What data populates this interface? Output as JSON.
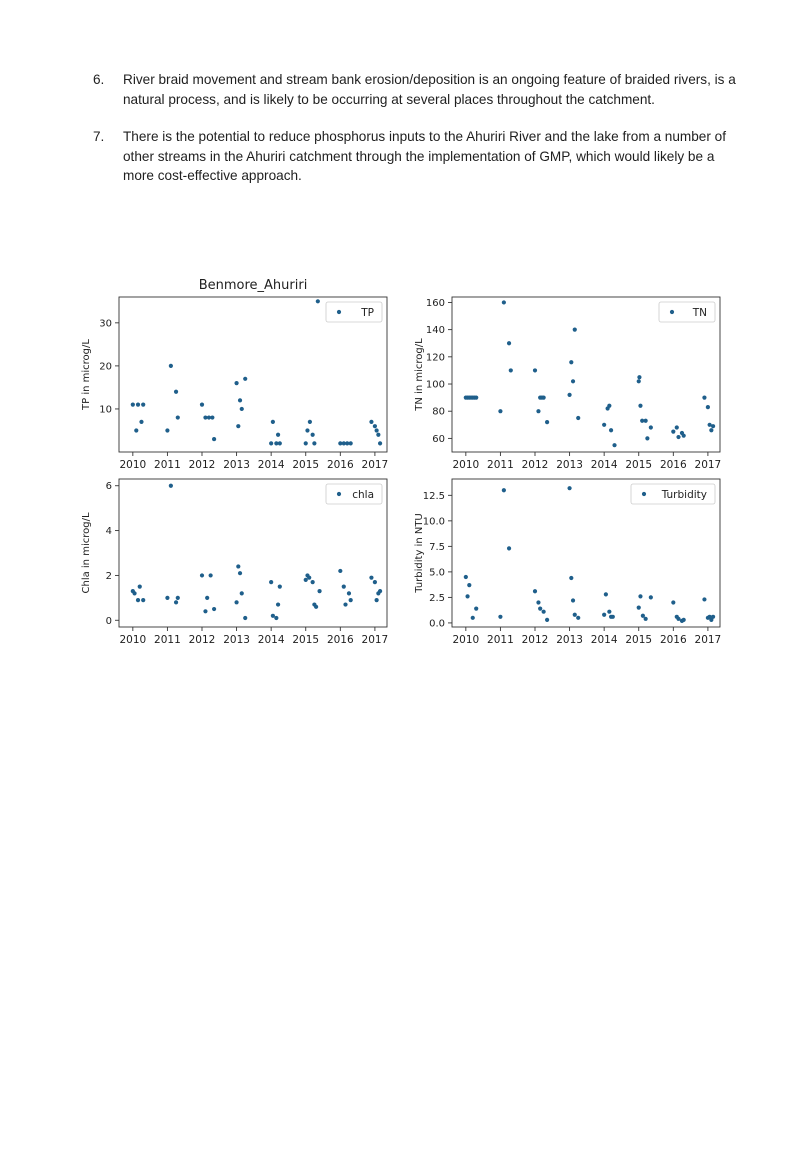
{
  "list": [
    {
      "number": "6.",
      "text": "River braid movement and stream bank erosion/deposition is an ongoing feature of braided rivers, is a natural process, and is likely to be occurring at several places throughout the catchment."
    },
    {
      "number": "7.",
      "text": "There is the potential to reduce phosphorus inputs to the Ahuriri River and the lake from a number of other streams in the Ahuriri catchment through the implementation of GMP, which would likely be a more cost-effective approach."
    }
  ],
  "chart_data": [
    {
      "type": "scatter",
      "title": "Benmore_Ahuriri",
      "ylabel": "TP in microg/L",
      "xlabel": "",
      "series": [
        {
          "name": "TP",
          "points": [
            [
              2010.0,
              11
            ],
            [
              2010.1,
              5
            ],
            [
              2010.15,
              11
            ],
            [
              2010.25,
              7
            ],
            [
              2010.3,
              11
            ],
            [
              2011.0,
              5
            ],
            [
              2011.1,
              20
            ],
            [
              2011.25,
              14
            ],
            [
              2011.3,
              8
            ],
            [
              2012.0,
              11
            ],
            [
              2012.1,
              8
            ],
            [
              2012.2,
              8
            ],
            [
              2012.3,
              8
            ],
            [
              2012.35,
              3
            ],
            [
              2013.0,
              16
            ],
            [
              2013.05,
              6
            ],
            [
              2013.1,
              12
            ],
            [
              2013.15,
              10
            ],
            [
              2013.25,
              17
            ],
            [
              2014.0,
              2
            ],
            [
              2014.05,
              7
            ],
            [
              2014.15,
              2
            ],
            [
              2014.2,
              4
            ],
            [
              2014.25,
              2
            ],
            [
              2015.0,
              2
            ],
            [
              2015.05,
              5
            ],
            [
              2015.12,
              7
            ],
            [
              2015.2,
              4
            ],
            [
              2015.25,
              2
            ],
            [
              2015.35,
              35
            ],
            [
              2016.0,
              2
            ],
            [
              2016.1,
              2
            ],
            [
              2016.2,
              2
            ],
            [
              2016.3,
              2
            ],
            [
              2016.9,
              7
            ],
            [
              2017.0,
              6
            ],
            [
              2017.05,
              5
            ],
            [
              2017.1,
              4
            ],
            [
              2017.15,
              2
            ]
          ]
        }
      ],
      "xticks": [
        "2010",
        "2011",
        "2012",
        "2013",
        "2014",
        "2015",
        "2016",
        "2017"
      ],
      "yticks": [
        10,
        20,
        30
      ],
      "xlim": [
        2009.6,
        2017.35
      ],
      "ylim": [
        0,
        36
      ],
      "legend": "top-right"
    },
    {
      "type": "scatter",
      "ylabel": "TN in microg/L",
      "xlabel": "",
      "series": [
        {
          "name": "TN",
          "points": [
            [
              2010.0,
              90
            ],
            [
              2010.05,
              90
            ],
            [
              2010.1,
              90
            ],
            [
              2010.15,
              90
            ],
            [
              2010.2,
              90
            ],
            [
              2010.25,
              90
            ],
            [
              2010.3,
              90
            ],
            [
              2011.0,
              80
            ],
            [
              2011.1,
              160
            ],
            [
              2011.25,
              130
            ],
            [
              2011.3,
              110
            ],
            [
              2012.0,
              110
            ],
            [
              2012.1,
              80
            ],
            [
              2012.15,
              90
            ],
            [
              2012.2,
              90
            ],
            [
              2012.25,
              90
            ],
            [
              2012.35,
              72
            ],
            [
              2013.0,
              92
            ],
            [
              2013.05,
              116
            ],
            [
              2013.1,
              102
            ],
            [
              2013.15,
              140
            ],
            [
              2013.25,
              75
            ],
            [
              2014.0,
              70
            ],
            [
              2014.1,
              82
            ],
            [
              2014.15,
              84
            ],
            [
              2014.2,
              66
            ],
            [
              2014.3,
              55
            ],
            [
              2015.0,
              102
            ],
            [
              2015.02,
              105
            ],
            [
              2015.05,
              84
            ],
            [
              2015.1,
              73
            ],
            [
              2015.2,
              73
            ],
            [
              2015.25,
              60
            ],
            [
              2015.35,
              68
            ],
            [
              2016.0,
              65
            ],
            [
              2016.1,
              68
            ],
            [
              2016.15,
              61
            ],
            [
              2016.25,
              64
            ],
            [
              2016.3,
              62
            ],
            [
              2016.9,
              90
            ],
            [
              2017.0,
              83
            ],
            [
              2017.05,
              70
            ],
            [
              2017.1,
              66
            ],
            [
              2017.15,
              69
            ]
          ]
        }
      ],
      "xticks": [
        "2010",
        "2011",
        "2012",
        "2013",
        "2014",
        "2015",
        "2016",
        "2017"
      ],
      "yticks": [
        60,
        80,
        100,
        120,
        140,
        160
      ],
      "xlim": [
        2009.6,
        2017.35
      ],
      "ylim": [
        50,
        164
      ],
      "legend": "top-right"
    },
    {
      "type": "scatter",
      "ylabel": "Chla in microg/L",
      "xlabel": "",
      "series": [
        {
          "name": "chla",
          "points": [
            [
              2010.0,
              1.3
            ],
            [
              2010.05,
              1.2
            ],
            [
              2010.15,
              0.9
            ],
            [
              2010.2,
              1.5
            ],
            [
              2010.3,
              0.9
            ],
            [
              2011.0,
              1.0
            ],
            [
              2011.1,
              6.0
            ],
            [
              2011.25,
              0.8
            ],
            [
              2011.3,
              1.0
            ],
            [
              2012.0,
              2.0
            ],
            [
              2012.1,
              0.4
            ],
            [
              2012.15,
              1.0
            ],
            [
              2012.25,
              2.0
            ],
            [
              2012.35,
              0.5
            ],
            [
              2013.0,
              0.8
            ],
            [
              2013.05,
              2.4
            ],
            [
              2013.1,
              2.1
            ],
            [
              2013.15,
              1.2
            ],
            [
              2013.25,
              0.1
            ],
            [
              2014.0,
              1.7
            ],
            [
              2014.05,
              0.2
            ],
            [
              2014.15,
              0.1
            ],
            [
              2014.2,
              0.7
            ],
            [
              2014.25,
              1.5
            ],
            [
              2015.0,
              1.8
            ],
            [
              2015.05,
              2.0
            ],
            [
              2015.1,
              1.9
            ],
            [
              2015.2,
              1.7
            ],
            [
              2015.25,
              0.7
            ],
            [
              2015.3,
              0.6
            ],
            [
              2015.4,
              1.3
            ],
            [
              2016.0,
              2.2
            ],
            [
              2016.1,
              1.5
            ],
            [
              2016.15,
              0.7
            ],
            [
              2016.25,
              1.2
            ],
            [
              2016.3,
              0.9
            ],
            [
              2016.9,
              1.9
            ],
            [
              2017.0,
              1.7
            ],
            [
              2017.05,
              0.9
            ],
            [
              2017.1,
              1.2
            ],
            [
              2017.15,
              1.3
            ]
          ]
        }
      ],
      "xticks": [
        "2010",
        "2011",
        "2012",
        "2013",
        "2014",
        "2015",
        "2016",
        "2017"
      ],
      "yticks": [
        0,
        2,
        4,
        6
      ],
      "xlim": [
        2009.6,
        2017.35
      ],
      "ylim": [
        -0.3,
        6.3
      ],
      "legend": "top-right"
    },
    {
      "type": "scatter",
      "ylabel": "Turbidity in NTU",
      "xlabel": "",
      "series": [
        {
          "name": "Turbidity",
          "points": [
            [
              2010.0,
              4.5
            ],
            [
              2010.05,
              2.6
            ],
            [
              2010.1,
              3.7
            ],
            [
              2010.2,
              0.5
            ],
            [
              2010.3,
              1.4
            ],
            [
              2011.0,
              0.6
            ],
            [
              2011.1,
              13.0
            ],
            [
              2011.25,
              7.3
            ],
            [
              2012.0,
              3.1
            ],
            [
              2012.1,
              2.0
            ],
            [
              2012.15,
              1.4
            ],
            [
              2012.25,
              1.1
            ],
            [
              2012.35,
              0.3
            ],
            [
              2013.0,
              13.2
            ],
            [
              2013.05,
              4.4
            ],
            [
              2013.1,
              2.2
            ],
            [
              2013.15,
              0.8
            ],
            [
              2013.25,
              0.5
            ],
            [
              2014.0,
              0.8
            ],
            [
              2014.05,
              2.8
            ],
            [
              2014.15,
              1.1
            ],
            [
              2014.2,
              0.6
            ],
            [
              2014.25,
              0.6
            ],
            [
              2015.0,
              1.5
            ],
            [
              2015.05,
              2.6
            ],
            [
              2015.12,
              0.7
            ],
            [
              2015.2,
              0.4
            ],
            [
              2015.35,
              2.5
            ],
            [
              2016.0,
              2.0
            ],
            [
              2016.1,
              0.6
            ],
            [
              2016.15,
              0.4
            ],
            [
              2016.25,
              0.2
            ],
            [
              2016.3,
              0.3
            ],
            [
              2016.9,
              2.3
            ],
            [
              2017.0,
              0.5
            ],
            [
              2017.05,
              0.6
            ],
            [
              2017.1,
              0.3
            ],
            [
              2017.15,
              0.6
            ]
          ]
        }
      ],
      "xticks": [
        "2010",
        "2011",
        "2012",
        "2013",
        "2014",
        "2015",
        "2016",
        "2017"
      ],
      "yticks": [
        0.0,
        2.5,
        5.0,
        7.5,
        10.0,
        12.5
      ],
      "ytick_labels": [
        "0.0",
        "2.5",
        "5.0",
        "7.5",
        "10.0",
        "12.5"
      ],
      "xlim": [
        2009.6,
        2017.35
      ],
      "ylim": [
        -0.4,
        14.1
      ],
      "legend": "top-right"
    }
  ],
  "colors": {
    "point": "#1f5f8b",
    "axis": "#333333",
    "text": "#1f1f1f"
  }
}
